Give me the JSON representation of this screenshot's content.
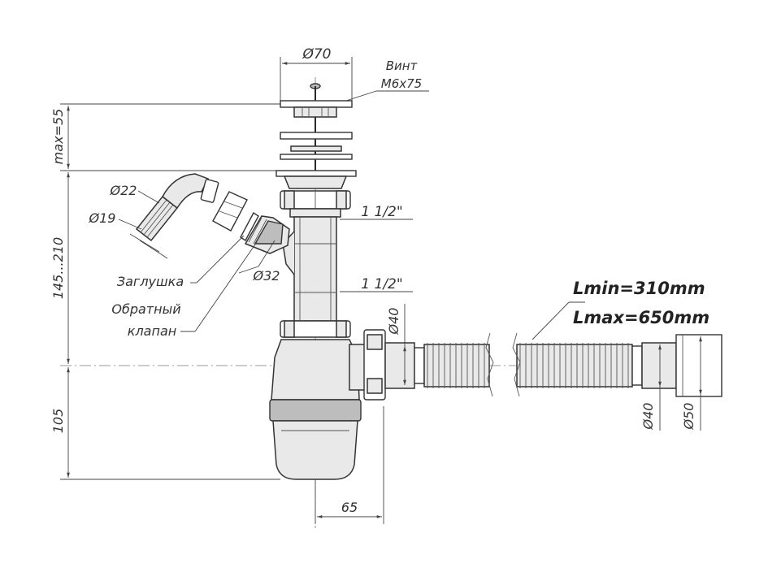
{
  "dimensions": {
    "top_diameter": "Ø70",
    "screw_label": "Винт",
    "screw_size": "М6х75",
    "max_height": "max=55",
    "mid_height": "145...210",
    "bottom_height": "105",
    "offset": "65",
    "thread_upper": "1 1/2\"",
    "thread_lower": "1 1/2\"",
    "outlet_diameter": "Ø40",
    "hose_in_diameter": "Ø40",
    "hose_out_diameter": "Ø50",
    "nozzle_outer": "Ø22",
    "nozzle_inner": "Ø19",
    "side_diameter": "Ø32"
  },
  "labels": {
    "plug": "Заглушка",
    "check_valve_line1": "Обратный",
    "check_valve_line2": "клапан",
    "hose_min": "Lmin=310mm",
    "hose_max": "Lmax=650mm"
  }
}
